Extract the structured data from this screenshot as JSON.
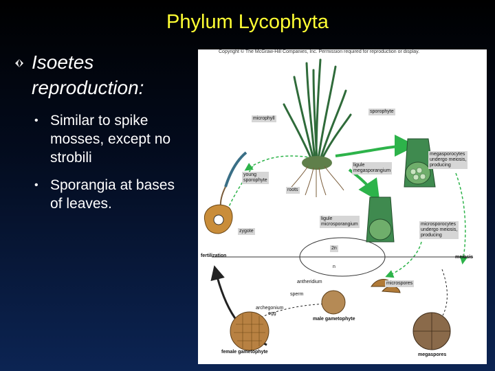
{
  "slide": {
    "title": "Phylum Lycophyta",
    "heading_species": "Isoetes",
    "heading_rest": "reproduction:",
    "bullets": [
      {
        "text": "Similar to spike mosses, except no strobili"
      },
      {
        "text": "Sporangia at bases of leaves."
      }
    ],
    "bullet_icon": "diamond-arrow-icon",
    "colors": {
      "title": "#ffff33",
      "text": "#ffffff",
      "arrow": "#2db34a"
    }
  },
  "figure": {
    "copyright": "Copyright © The McGraw-Hill Companies, Inc. Permission required for reproduction or display.",
    "labels": {
      "sporophyte": "sporophyte",
      "microphyll": "microphyll",
      "megasporocytes": "megasporocytes\nundergo meiosis,\nproducing",
      "ligule_mega": "ligule\nmegasporangium",
      "young_sporophyte": "young\nsporophyte",
      "roots": "roots",
      "ligule_micro": "ligule\nmicrosporangium",
      "microsporocytes": "microsporocytes\nundergo meiosis,\nproducing",
      "zygote": "zygote",
      "two_n": "2n",
      "n": "n",
      "fertilization": "fertilization",
      "meiosis": "meiosis",
      "antheridium": "antheridium",
      "sperm": "sperm",
      "microspores": "microspores",
      "archegonium": "archegonium",
      "egg": "egg",
      "male_gametophyte": "male gametophyte",
      "female_gametophyte": "female gametophyte",
      "megaspores": "megaspores"
    }
  }
}
